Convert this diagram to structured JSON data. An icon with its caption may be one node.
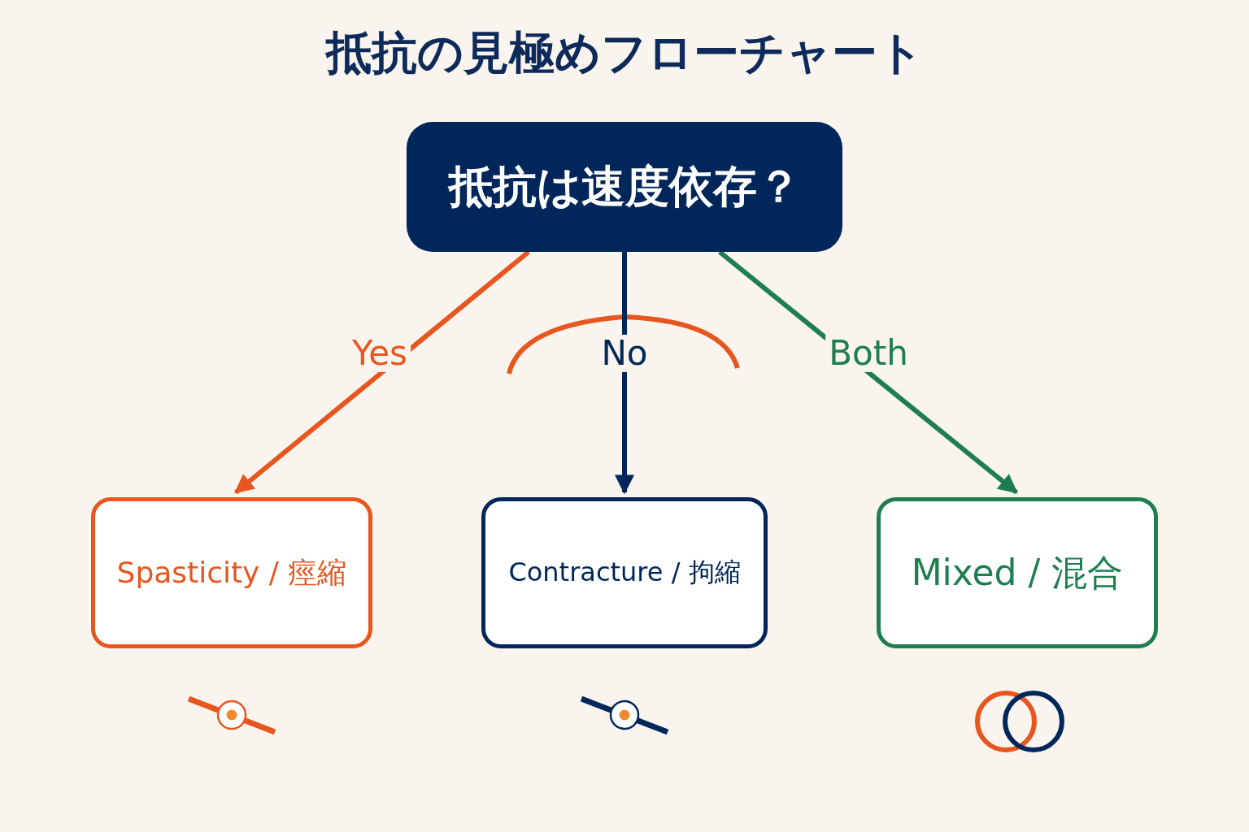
{
  "diagram": {
    "title": "抵抗の見極めフローチャート",
    "nodes": [
      {
        "text": [
          "抵抗は速度依存？"
        ]
      },
      {
        "text": [
          "Spasticity / 痙縮"
        ]
      },
      {
        "text": [
          "Contracture / 拘縮"
        ]
      },
      {
        "text": [
          "Mixed / 混合"
        ]
      }
    ],
    "edges": [
      {
        "from": 0,
        "to": 1,
        "arrow": "to",
        "label": "Yes",
        "color": "#e8561f"
      },
      {
        "from": 0,
        "to": 2,
        "arrow": "to",
        "label": "No",
        "color": "#00265a"
      },
      {
        "from": 0,
        "to": 3,
        "arrow": "to",
        "label": "Both",
        "color": "#1e7e4f"
      }
    ]
  }
}
